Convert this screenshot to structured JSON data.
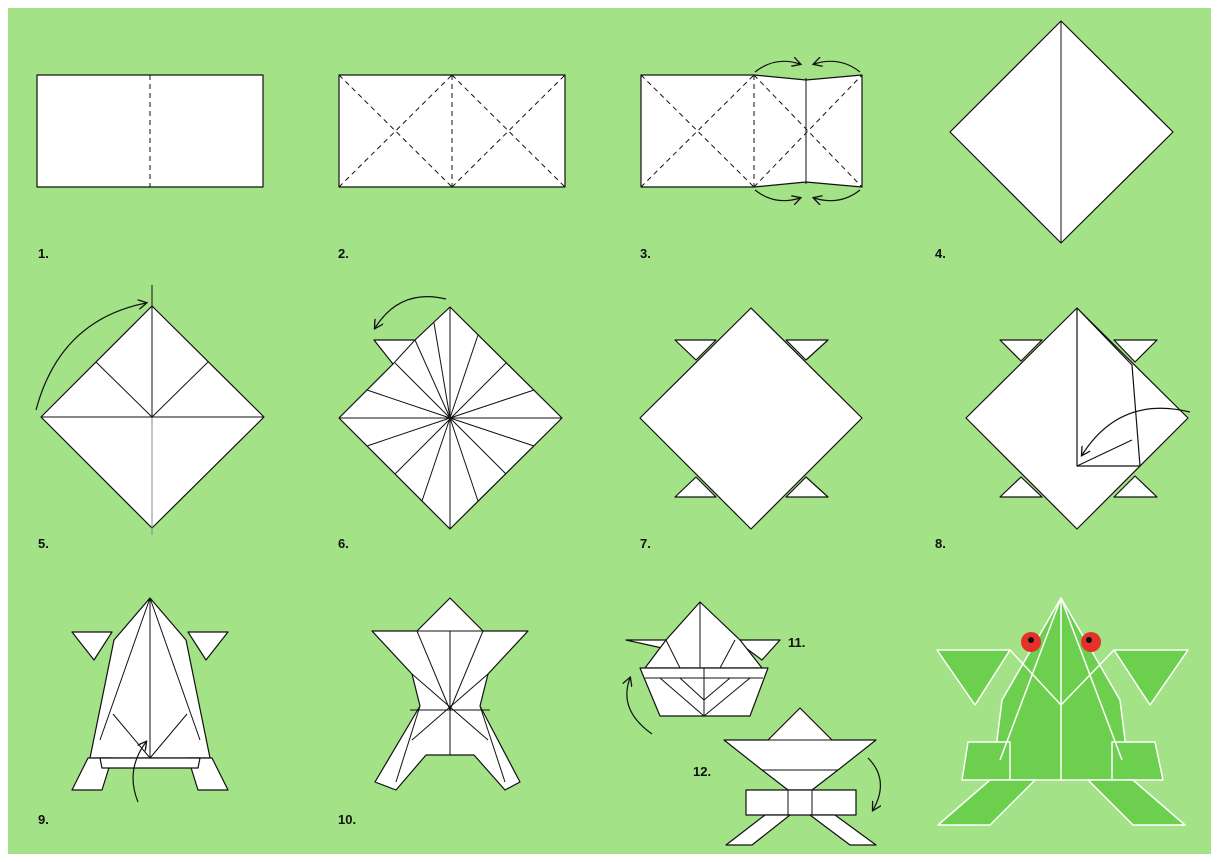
{
  "steps": [
    {
      "label": "1."
    },
    {
      "label": "2."
    },
    {
      "label": "3."
    },
    {
      "label": "4."
    },
    {
      "label": "5."
    },
    {
      "label": "6."
    },
    {
      "label": "7."
    },
    {
      "label": "8."
    },
    {
      "label": "9."
    },
    {
      "label": "10."
    },
    {
      "label": "11."
    },
    {
      "label": "12."
    }
  ],
  "colors": {
    "background": "#a3e286",
    "paper": "#ffffff",
    "frog_green": "#6ccf4e",
    "eye_red": "#e5312a"
  },
  "icons": [
    "curved-arrow-icon",
    "frog-eye-icon"
  ]
}
